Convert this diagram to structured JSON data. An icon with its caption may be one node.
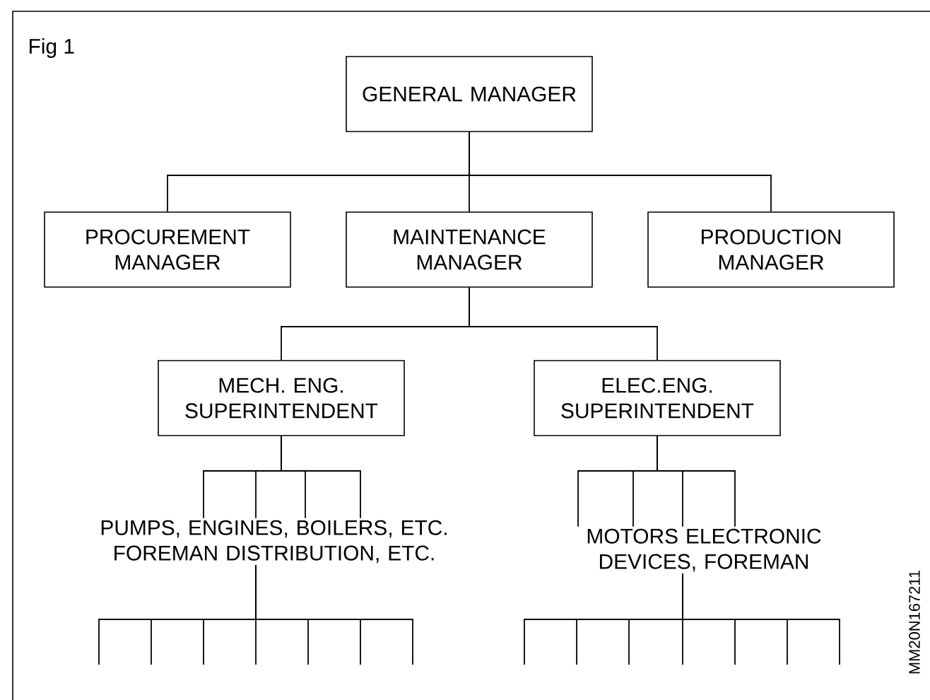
{
  "diagram": {
    "title": "Fig 1",
    "nodes": [
      {
        "text": [
          "GENERAL MANAGER"
        ]
      },
      {
        "text": [
          "PROCUREMENT MANAGER"
        ]
      },
      {
        "text": [
          "MAINTENANCE MANAGER"
        ]
      },
      {
        "text": [
          "PRODUCTION MANAGER"
        ]
      },
      {
        "text": [
          "MECH. ENG. SUPERINTENDENT"
        ]
      },
      {
        "text": [
          "ELEC.ENG. SUPERINTENDENT"
        ]
      },
      {
        "text": [
          "PUMPS, ENGINES, BOILERS, ETC. FOREMAN DISTRIBUTION, ETC."
        ]
      },
      {
        "text": [
          "MOTORS ELECTRONIC DEVICES, FOREMAN"
        ]
      }
    ],
    "edges": [
      {
        "from": 0,
        "to": 1,
        "arrow": "none"
      },
      {
        "from": 0,
        "to": 2,
        "arrow": "none"
      },
      {
        "from": 0,
        "to": 3,
        "arrow": "none"
      },
      {
        "from": 2,
        "to": 4,
        "arrow": "none"
      },
      {
        "from": 2,
        "to": 5,
        "arrow": "none"
      },
      {
        "from": 4,
        "to": 6,
        "arrow": "none"
      },
      {
        "from": 4,
        "to": 6,
        "arrow": "none"
      },
      {
        "from": 4,
        "to": 6,
        "arrow": "none"
      },
      {
        "from": 4,
        "to": 6,
        "arrow": "none"
      },
      {
        "from": 5,
        "to": 7,
        "arrow": "none"
      },
      {
        "from": 5,
        "to": 7,
        "arrow": "none"
      },
      {
        "from": 5,
        "to": 7,
        "arrow": "none"
      },
      {
        "from": 5,
        "to": 7,
        "arrow": "none"
      },
      {
        "from": 6,
        "to": null,
        "arrow": "none"
      },
      {
        "from": 6,
        "to": null,
        "arrow": "none"
      },
      {
        "from": 6,
        "to": null,
        "arrow": "none"
      },
      {
        "from": 6,
        "to": null,
        "arrow": "none"
      },
      {
        "from": 6,
        "to": null,
        "arrow": "none"
      },
      {
        "from": 6,
        "to": null,
        "arrow": "none"
      },
      {
        "from": 6,
        "to": null,
        "arrow": "none"
      },
      {
        "from": 7,
        "to": null,
        "arrow": "none"
      },
      {
        "from": 7,
        "to": null,
        "arrow": "none"
      },
      {
        "from": 7,
        "to": null,
        "arrow": "none"
      },
      {
        "from": 7,
        "to": null,
        "arrow": "none"
      },
      {
        "from": 7,
        "to": null,
        "arrow": "none"
      },
      {
        "from": 7,
        "to": null,
        "arrow": "none"
      },
      {
        "from": 7,
        "to": null,
        "arrow": "none"
      }
    ],
    "labels": [
      "MM20N167211"
    ]
  }
}
